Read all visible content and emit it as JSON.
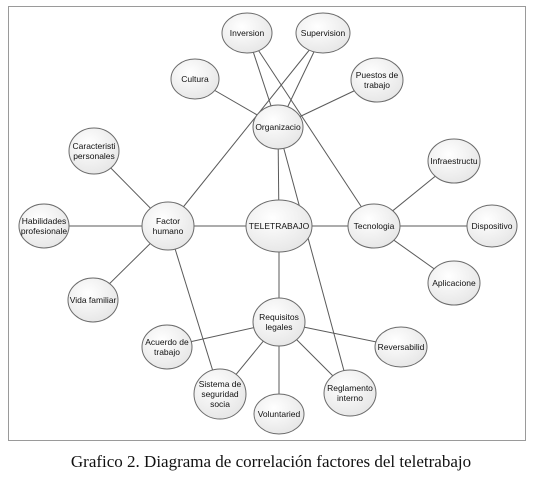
{
  "caption": "Grafico 2. Diagrama de correlación factores del teletrabajo",
  "colors": {
    "node_fill_top": "#ffffff",
    "node_fill_bottom": "#e4e4e4",
    "node_stroke": "#6b6b6b",
    "edge": "#5a5a5a"
  },
  "nodes": [
    {
      "id": "teletrabajo",
      "lines": [
        "TELETRABAJO"
      ]
    },
    {
      "id": "organizacion",
      "lines": [
        "Organizacio"
      ]
    },
    {
      "id": "factor",
      "lines": [
        "Factor",
        "humano"
      ]
    },
    {
      "id": "tecnologia",
      "lines": [
        "Tecnologia"
      ]
    },
    {
      "id": "requisitos",
      "lines": [
        "Requisitos",
        "legales"
      ]
    },
    {
      "id": "inversion",
      "lines": [
        "Inversion"
      ]
    },
    {
      "id": "supervision",
      "lines": [
        "Supervision"
      ]
    },
    {
      "id": "cultura",
      "lines": [
        "Cultura"
      ]
    },
    {
      "id": "puestos",
      "lines": [
        "Puestos de",
        "trabajo"
      ]
    },
    {
      "id": "caracteristicas",
      "lines": [
        "Caracteristi",
        "personales"
      ]
    },
    {
      "id": "habilidades",
      "lines": [
        "Habilidades",
        "profesionale"
      ]
    },
    {
      "id": "vida",
      "lines": [
        "Vida familiar"
      ]
    },
    {
      "id": "infraestructura",
      "lines": [
        "Infraestructu"
      ]
    },
    {
      "id": "dispositivos",
      "lines": [
        "Dispositivo"
      ]
    },
    {
      "id": "aplicaciones",
      "lines": [
        "Aplicacione"
      ]
    },
    {
      "id": "acuerdo",
      "lines": [
        "Acuerdo de",
        "trabajo"
      ]
    },
    {
      "id": "sistema",
      "lines": [
        "Sistema de",
        "seguridad",
        "socia"
      ]
    },
    {
      "id": "voluntariedad",
      "lines": [
        "Voluntaried"
      ]
    },
    {
      "id": "reglamento",
      "lines": [
        "Reglamento",
        "interno"
      ]
    },
    {
      "id": "reversabilidad",
      "lines": [
        "Reversabilid"
      ]
    }
  ],
  "edges": [
    [
      "teletrabajo",
      "organizacion"
    ],
    [
      "teletrabajo",
      "factor"
    ],
    [
      "teletrabajo",
      "tecnologia"
    ],
    [
      "teletrabajo",
      "requisitos"
    ],
    [
      "organizacion",
      "inversion"
    ],
    [
      "organizacion",
      "supervision"
    ],
    [
      "organizacion",
      "cultura"
    ],
    [
      "organizacion",
      "puestos"
    ],
    [
      "factor",
      "caracteristicas"
    ],
    [
      "factor",
      "habilidades"
    ],
    [
      "factor",
      "vida"
    ],
    [
      "factor",
      "supervision"
    ],
    [
      "factor",
      "sistema"
    ],
    [
      "tecnologia",
      "infraestructura"
    ],
    [
      "tecnologia",
      "dispositivos"
    ],
    [
      "tecnologia",
      "aplicaciones"
    ],
    [
      "tecnologia",
      "inversion"
    ],
    [
      "requisitos",
      "acuerdo"
    ],
    [
      "requisitos",
      "sistema"
    ],
    [
      "requisitos",
      "voluntariedad"
    ],
    [
      "requisitos",
      "reglamento"
    ],
    [
      "requisitos",
      "reversabilidad"
    ],
    [
      "organizacion",
      "reglamento"
    ]
  ]
}
